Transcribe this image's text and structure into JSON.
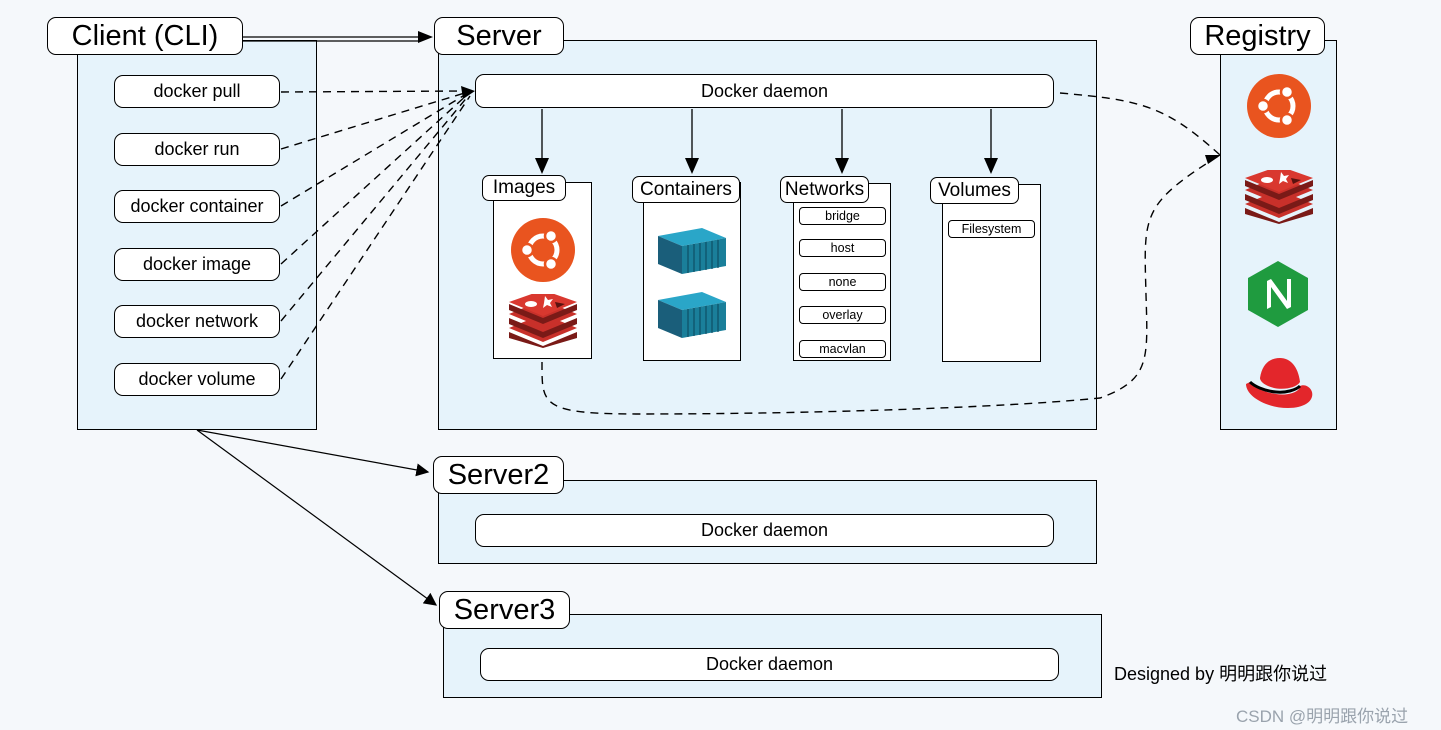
{
  "client": {
    "title": "Client (CLI)",
    "commands": [
      "docker pull",
      "docker run",
      "docker container",
      "docker image",
      "docker network",
      "docker volume"
    ]
  },
  "server": {
    "title": "Server",
    "daemon": "Docker daemon",
    "images": {
      "title": "Images",
      "icons": [
        "ubuntu-icon",
        "redis-icon"
      ]
    },
    "containers": {
      "title": "Containers",
      "icons": [
        "container-icon",
        "container-icon"
      ]
    },
    "networks": {
      "title": "Networks",
      "items": [
        "bridge",
        "host",
        "none",
        "overlay",
        "macvlan"
      ]
    },
    "volumes": {
      "title": "Volumes",
      "items": [
        "Filesystem"
      ]
    }
  },
  "server2": {
    "title": "Server2",
    "daemon": "Docker daemon"
  },
  "server3": {
    "title": "Server3",
    "daemon": "Docker daemon"
  },
  "registry": {
    "title": "Registry",
    "icons": [
      "ubuntu-icon",
      "redis-icon",
      "nginx-icon",
      "redhat-icon"
    ]
  },
  "credit": "Designed by 明明跟你说过",
  "watermark": "CSDN @明明跟你说过",
  "colors": {
    "panel": "#e6f3fb",
    "ubuntu": "#e9541f",
    "redis": "#c8302a",
    "nginx": "#1f9b3f",
    "redhat": "#e3262b",
    "container": "#1a7f9a"
  }
}
